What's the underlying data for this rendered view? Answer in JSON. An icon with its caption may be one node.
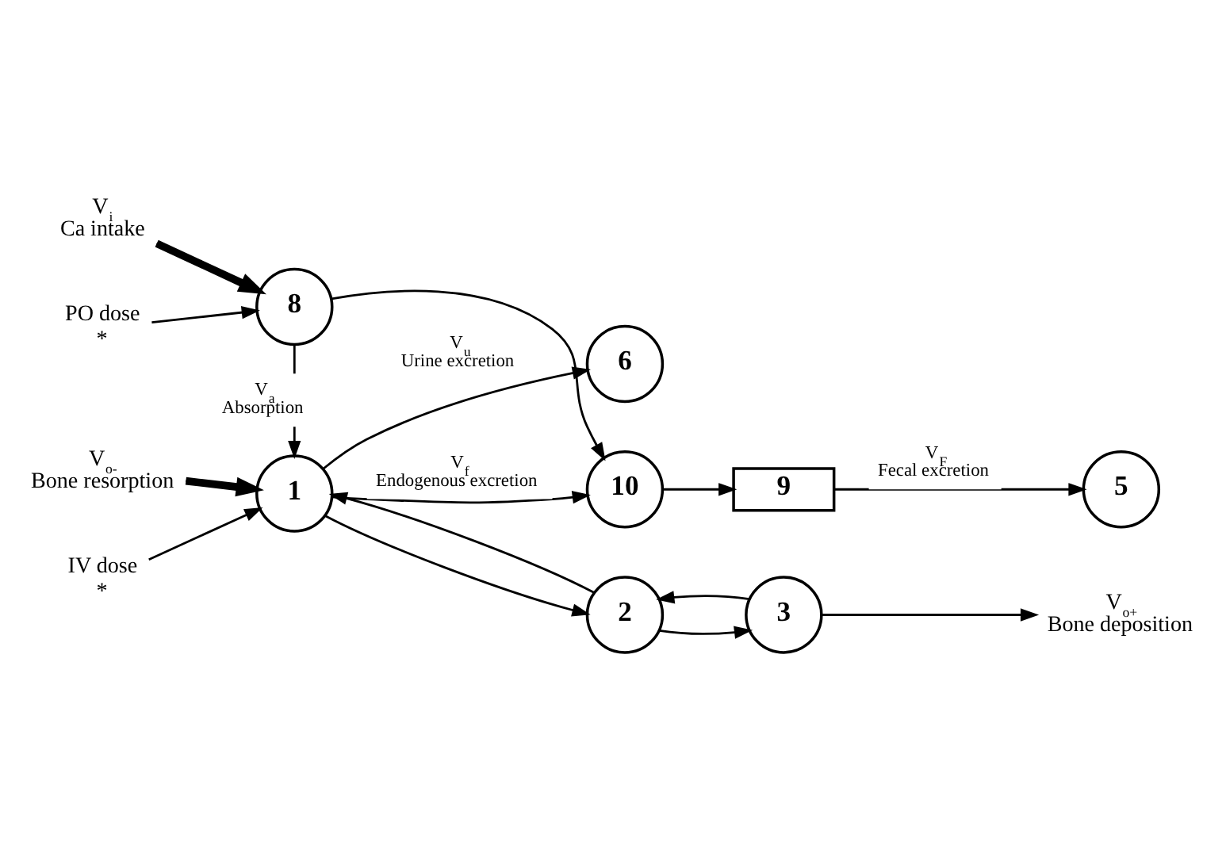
{
  "diagram": {
    "nodes": [
      {
        "text": [
          "V$_{o-}$",
          "Bone resorption"
        ]
      },
      {
        "text": [
          "IV dose",
          "*"
        ]
      },
      {
        "text": [
          "1"
        ]
      },
      {
        "text": [
          "2"
        ]
      },
      {
        "text": [
          "3"
        ]
      },
      {
        "text": [
          "V$_{o+}$",
          "Bone deposition"
        ]
      },
      {
        "text": [
          "6"
        ]
      },
      {
        "text": [
          "V$_{i}$",
          "Ca intake"
        ]
      },
      {
        "text": [
          "PO dose",
          "*"
        ]
      },
      {
        "text": [
          "8"
        ]
      },
      {
        "text": [
          "10"
        ]
      },
      {
        "text": [
          "9"
        ]
      },
      {
        "text": [
          "5"
        ]
      }
    ],
    "edges": [
      {
        "from": 0,
        "to": 2,
        "arrow": "to",
        "style": "thick"
      },
      {
        "from": 1,
        "to": 2,
        "arrow": "to"
      },
      {
        "from": 2,
        "to": 3,
        "arrow": "to"
      },
      {
        "from": 3,
        "to": 2,
        "arrow": "to"
      },
      {
        "from": 3,
        "to": 4,
        "arrow": "to"
      },
      {
        "from": 4,
        "to": 3,
        "arrow": "to"
      },
      {
        "from": 4,
        "to": 5,
        "arrow": "to"
      },
      {
        "from": 9,
        "to": 2,
        "arrow": "to",
        "label": "V$_{a}$ Absorption"
      },
      {
        "from": 2,
        "to": 10,
        "arrow": "to",
        "label": "V$_{f}$ Endogenous excretion"
      },
      {
        "from": 2,
        "to": 6,
        "arrow": "to",
        "label": "V$_{u}$ Urine excretion"
      },
      {
        "from": 7,
        "to": 9,
        "arrow": "to",
        "style": "thick"
      },
      {
        "from": 8,
        "to": 9,
        "arrow": "to"
      },
      {
        "from": 9,
        "to": 10,
        "arrow": "to"
      },
      {
        "from": 10,
        "to": 11,
        "arrow": "to"
      },
      {
        "from": 11,
        "to": 12,
        "arrow": "to",
        "label": "V$_{F}$ Fecal excretion"
      }
    ]
  }
}
